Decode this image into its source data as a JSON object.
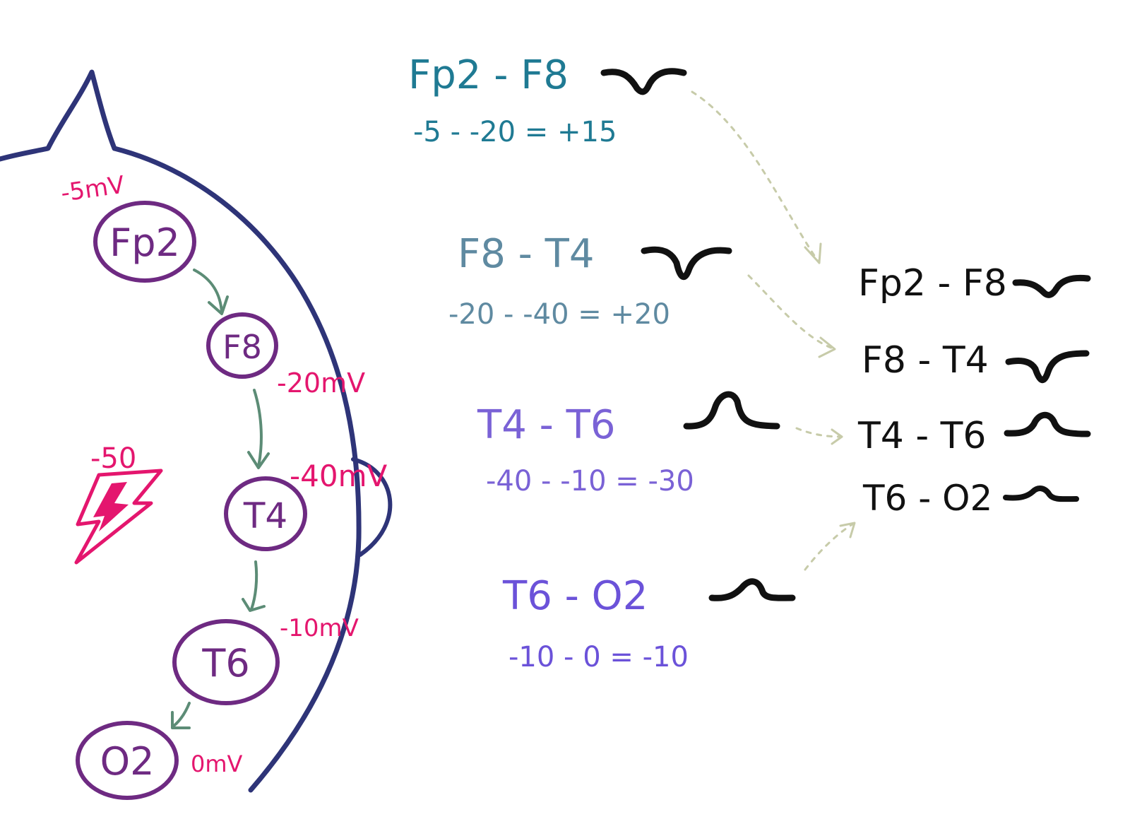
{
  "colors": {
    "head": "#2e3478",
    "electrode": "#6e2a82",
    "voltage": "#e4166e",
    "flow_arrow": "#5c8c76",
    "dotted_arrow": "#c7cba9",
    "fp2_f8": "#1f7a93",
    "f8_t4": "#5f8aa1",
    "t4_t6": "#7a62d6",
    "t6_o2": "#6b52d9",
    "result": "#111111"
  },
  "source": {
    "label": "-50",
    "icon": "lightning-bolt-icon"
  },
  "electrodes": [
    {
      "id": "fp2",
      "label": "Fp2",
      "voltage": "-5mV"
    },
    {
      "id": "f8",
      "label": "F8",
      "voltage": "-20mV"
    },
    {
      "id": "t4",
      "label": "T4",
      "voltage": "-40mV"
    },
    {
      "id": "t6",
      "label": "T6",
      "voltage": "-10mV"
    },
    {
      "id": "o2",
      "label": "O2",
      "voltage": "0mV"
    }
  ],
  "derivations": [
    {
      "id": "fp2-f8",
      "label": "Fp2 - F8",
      "calc": "-5 - -20 = +15",
      "deflection": "down"
    },
    {
      "id": "f8-t4",
      "label": "F8 - T4",
      "calc": "-20 - -40 = +20",
      "deflection": "down"
    },
    {
      "id": "t4-t6",
      "label": "T4 - T6",
      "calc": "-40 - -10 = -30",
      "deflection": "up"
    },
    {
      "id": "t6-o2",
      "label": "T6 - O2",
      "calc": "-10 - 0 = -10",
      "deflection": "up"
    }
  ],
  "montage": [
    {
      "label": "Fp2 - F8"
    },
    {
      "label": "F8 - T4"
    },
    {
      "label": "T4 - T6"
    },
    {
      "label": "T6 - O2"
    }
  ]
}
